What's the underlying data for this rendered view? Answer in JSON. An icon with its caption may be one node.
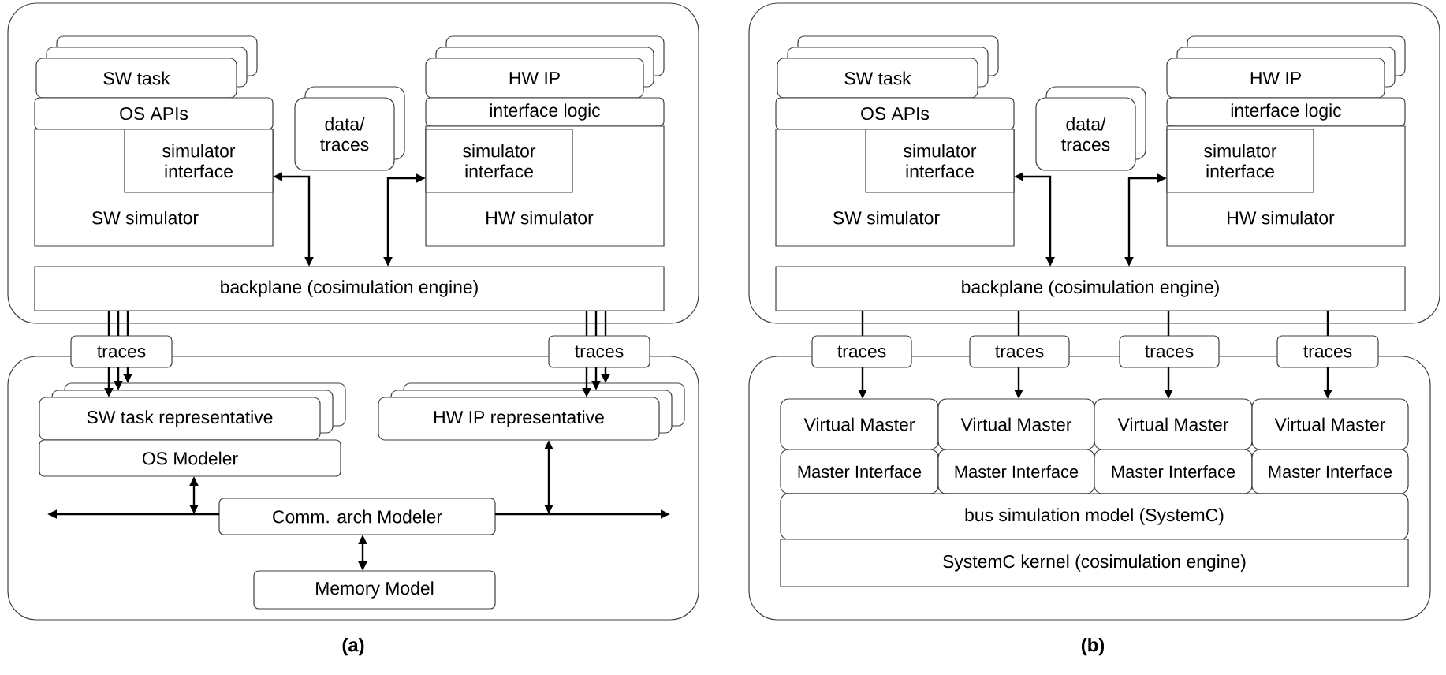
{
  "diagram": {
    "nodes": [
      {
        "text": [],
        "shape": "box"
      },
      {
        "text": [
          "SW task"
        ],
        "in": 0
      },
      {
        "text": [
          "OS APIs"
        ],
        "in": 0
      },
      {
        "text": [
          "SW simulator"
        ],
        "in": 0
      },
      {
        "text": [
          "simulator interface"
        ],
        "in": 3
      },
      {
        "text": [
          "data/ traces"
        ],
        "in": 0
      },
      {
        "text": [
          "HW IP"
        ],
        "in": 0
      },
      {
        "text": [
          "interface logic"
        ],
        "in": 0
      },
      {
        "text": [
          "HW simulator"
        ],
        "in": 0
      },
      {
        "text": [
          "simulator interface"
        ],
        "in": 8
      },
      {
        "text": [
          "backplane (cosimulation engine)"
        ],
        "in": 0
      },
      {
        "text": [
          "traces"
        ]
      },
      {
        "text": [
          "traces"
        ]
      },
      {
        "text": [],
        "shape": "box"
      },
      {
        "text": [
          "SW task representative"
        ],
        "in": 13
      },
      {
        "text": [
          "OS Modeler"
        ],
        "in": 13
      },
      {
        "text": [
          "HW IP representative"
        ],
        "in": 13
      },
      {
        "text": [
          "Comm. arch Modeler"
        ],
        "in": 13
      },
      {
        "text": [
          "Memory Model"
        ],
        "in": 13
      },
      {
        "text": [],
        "shape": "box"
      },
      {
        "text": [
          "SW task"
        ],
        "in": 19
      },
      {
        "text": [
          "OS APIs"
        ],
        "in": 19
      },
      {
        "text": [
          "SW simulator"
        ],
        "in": 19
      },
      {
        "text": [
          "simulator interface"
        ],
        "in": 22
      },
      {
        "text": [
          "data/ traces"
        ],
        "in": 19
      },
      {
        "text": [
          "HW IP"
        ],
        "in": 19
      },
      {
        "text": [
          "interface logic"
        ],
        "in": 19
      },
      {
        "text": [
          "HW simulator"
        ],
        "in": 19
      },
      {
        "text": [
          "simulator interface"
        ],
        "in": 27
      },
      {
        "text": [
          "backplane (cosimulation engine)"
        ],
        "in": 19
      },
      {
        "text": [
          "traces"
        ]
      },
      {
        "text": [
          "traces"
        ]
      },
      {
        "text": [
          "traces"
        ]
      },
      {
        "text": [
          "traces"
        ]
      },
      {
        "text": [],
        "shape": "box"
      },
      {
        "text": [
          "Virtual Master"
        ],
        "in": 34
      },
      {
        "text": [
          "Virtual Master"
        ],
        "in": 34
      },
      {
        "text": [
          "Virtual Master"
        ],
        "in": 34
      },
      {
        "text": [
          "Virtual Master"
        ],
        "in": 34
      },
      {
        "text": [
          "Master Interface"
        ],
        "in": 34
      },
      {
        "text": [
          "Master Interface"
        ],
        "in": 34
      },
      {
        "text": [
          "Master Interface"
        ],
        "in": 34
      },
      {
        "text": [
          "Master Interface"
        ],
        "in": 34
      },
      {
        "text": [
          "bus simulation model (SystemC)"
        ],
        "in": 34
      },
      {
        "text": [
          "SystemC kernel (cosimulation engine)"
        ],
        "in": 34
      }
    ],
    "edges": [
      {
        "from": 10,
        "to": 4,
        "arrow": "both"
      },
      {
        "from": 10,
        "to": 9,
        "arrow": "both"
      },
      {
        "from": 10,
        "to": 11,
        "arrow": "none"
      },
      {
        "from": 10,
        "to": 11,
        "arrow": "none"
      },
      {
        "from": 10,
        "to": 11,
        "arrow": "none"
      },
      {
        "from": 11,
        "to": 14,
        "arrow": "to"
      },
      {
        "from": 11,
        "to": 14,
        "arrow": "to"
      },
      {
        "from": 11,
        "to": 14,
        "arrow": "to"
      },
      {
        "from": 10,
        "to": 12,
        "arrow": "none"
      },
      {
        "from": 10,
        "to": 12,
        "arrow": "none"
      },
      {
        "from": 10,
        "to": 12,
        "arrow": "none"
      },
      {
        "from": 12,
        "to": 16,
        "arrow": "to"
      },
      {
        "from": 12,
        "to": 16,
        "arrow": "to"
      },
      {
        "from": 12,
        "to": 16,
        "arrow": "to"
      },
      {
        "from": 17,
        "to": null,
        "arrow": "to"
      },
      {
        "from": 17,
        "to": null,
        "arrow": "to"
      },
      {
        "from": 15,
        "to": null,
        "arrow": "both"
      },
      {
        "from": 16,
        "to": null,
        "arrow": "both"
      },
      {
        "from": 17,
        "to": 18,
        "arrow": "both"
      },
      {
        "from": 29,
        "to": 23,
        "arrow": "both"
      },
      {
        "from": 29,
        "to": 28,
        "arrow": "both"
      },
      {
        "from": 29,
        "to": 30,
        "arrow": "none"
      },
      {
        "from": 29,
        "to": 31,
        "arrow": "none"
      },
      {
        "from": 29,
        "to": 32,
        "arrow": "none"
      },
      {
        "from": 29,
        "to": 33,
        "arrow": "none"
      },
      {
        "from": 30,
        "to": 35,
        "arrow": "to"
      },
      {
        "from": 31,
        "to": 36,
        "arrow": "to"
      },
      {
        "from": 32,
        "to": 37,
        "arrow": "to"
      },
      {
        "from": 33,
        "to": 38,
        "arrow": "to"
      }
    ],
    "labels": [
      "(a)",
      "(b)"
    ]
  }
}
